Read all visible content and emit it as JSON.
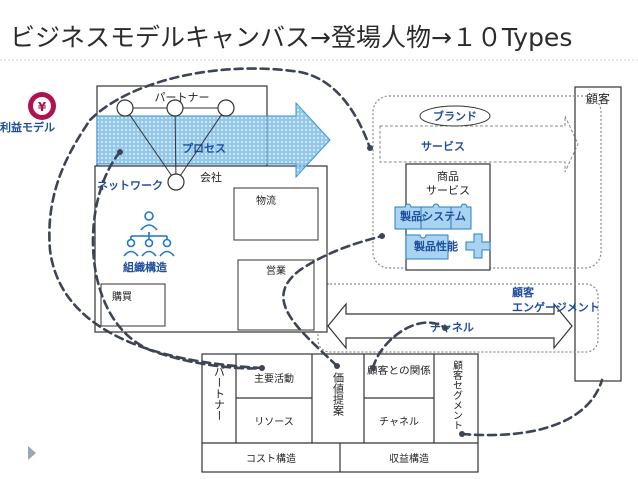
{
  "slide": {
    "title": "ビジネスモデルキャンバス→登場人物→１０Types"
  },
  "diagram": {
    "customer": "顧客",
    "partner": "パートナー",
    "company": "会社",
    "brand": "ブランド",
    "service": "サービス",
    "product_service_line1": "商品",
    "product_service_line2": "サービス",
    "product_system": "製品システム",
    "product_performance": "製品性能",
    "profit_model": "利益モデル",
    "process": "プロセス",
    "network": "ネットワーク",
    "logistics": "物流",
    "sales": "営業",
    "org_structure": "組織構造",
    "purchasing": "購買",
    "customer_engagement_line1": "顧客",
    "customer_engagement_line2": "エンゲージメント",
    "channel_arrow": "チャネル",
    "yen_icon": "yen-icon",
    "people_icon": "people-hierarchy-icon",
    "puzzle_icon": "puzzle-icon",
    "colors": {
      "process_arrow": "#4aa3df",
      "label_blue": "#1f4e9c",
      "brand_red": "#b0124f",
      "dashed_line": "#3d4455",
      "border": "#333333"
    }
  },
  "canvas": {
    "key_partners": "パートナー",
    "key_activities": "主要活動",
    "key_resources": "リソース",
    "value_proposition": "価値提案",
    "customer_relationships": "顧客との関係",
    "channels": "チャネル",
    "customer_segments": "顧客セグメント",
    "cost_structure": "コスト構造",
    "revenue_streams": "収益構造"
  }
}
